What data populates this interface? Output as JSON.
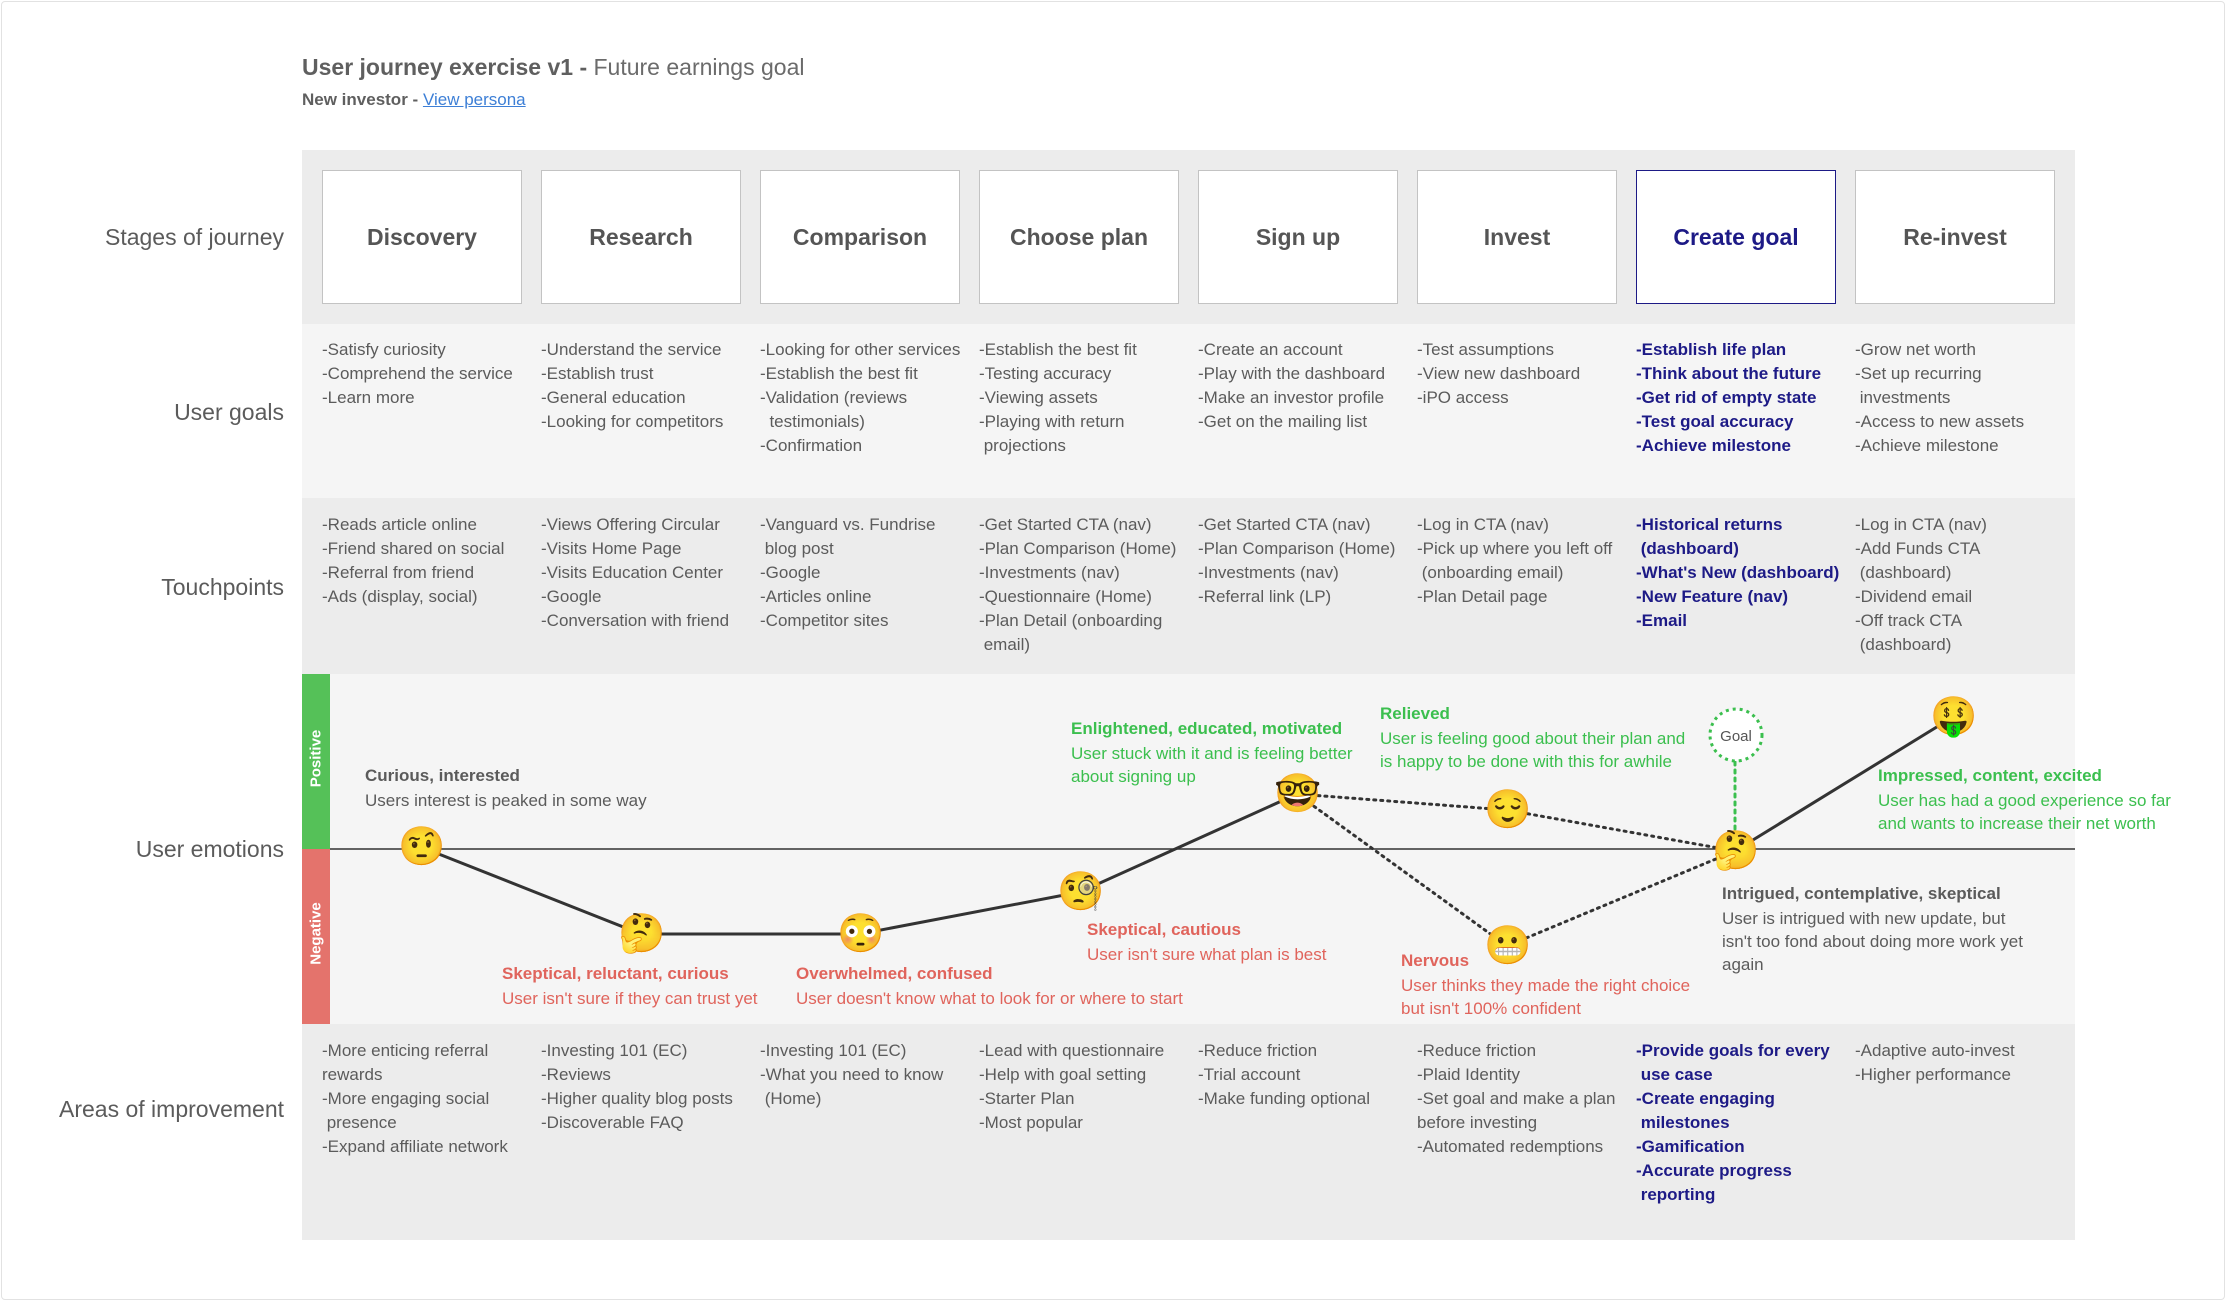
{
  "header": {
    "title_bold": "User journey exercise v1 -",
    "title_rest": "Future earnings goal",
    "persona_label": "New investor -",
    "persona_link": "View persona"
  },
  "row_labels": {
    "stages": "Stages of journey",
    "goals": "User goals",
    "touchpoints": "Touchpoints",
    "emotions": "User emotions",
    "improvements": "Areas of improvement"
  },
  "emotion_axis": {
    "positive": "Positive",
    "negative": "Negative"
  },
  "stages": [
    {
      "name": "Discovery",
      "active": false,
      "goals": [
        "-Satisfy curiosity",
        "-Comprehend the service",
        "-Learn more"
      ],
      "touchpoints": [
        "-Reads article online",
        "-Friend shared on social",
        "-Referral from friend",
        "-Ads (display, social)"
      ],
      "improvements": [
        "-More enticing referral",
        "rewards",
        "-More engaging social",
        " presence",
        "-Expand affiliate network"
      ]
    },
    {
      "name": "Research",
      "active": false,
      "goals": [
        "-Understand the service",
        "-Establish trust",
        "-General education",
        "-Looking for competitors"
      ],
      "touchpoints": [
        "-Views Offering Circular",
        "-Visits Home Page",
        "-Visits Education Center",
        "-Google",
        "-Conversation with friend"
      ],
      "improvements": [
        "-Investing 101 (EC)",
        "-Reviews",
        "-Higher quality blog posts",
        "-Discoverable FAQ"
      ]
    },
    {
      "name": "Comparison",
      "active": false,
      "goals": [
        "-Looking for other services",
        "-Establish the best fit",
        "-Validation (reviews",
        "  testimonials)",
        "-Confirmation"
      ],
      "touchpoints": [
        "-Vanguard vs. Fundrise",
        " blog post",
        "-Google",
        "-Articles online",
        "-Competitor sites"
      ],
      "improvements": [
        "-Investing 101 (EC)",
        "-What you need to know",
        " (Home)"
      ]
    },
    {
      "name": "Choose plan",
      "active": false,
      "goals": [
        "-Establish the best fit",
        "-Testing accuracy",
        "-Viewing assets",
        "-Playing with return",
        " projections"
      ],
      "touchpoints": [
        "-Get Started CTA (nav)",
        "-Plan Comparison (Home)",
        "-Investments (nav)",
        "-Questionnaire (Home)",
        "-Plan Detail (onboarding",
        " email)"
      ],
      "improvements": [
        "-Lead with questionnaire",
        "-Help with goal setting",
        "-Starter Plan",
        "-Most popular"
      ]
    },
    {
      "name": "Sign up",
      "active": false,
      "goals": [
        "-Create an account",
        "-Play with the dashboard",
        "-Make an investor profile",
        "-Get on the mailing list"
      ],
      "touchpoints": [
        "-Get Started CTA (nav)",
        "-Plan Comparison (Home)",
        "-Investments (nav)",
        "-Referral link (LP)"
      ],
      "improvements": [
        "-Reduce friction",
        "-Trial account",
        "-Make funding optional"
      ]
    },
    {
      "name": "Invest",
      "active": false,
      "goals": [
        "-Test assumptions",
        "-View new dashboard",
        "-iPO access"
      ],
      "touchpoints": [
        "-Log in CTA (nav)",
        "-Pick up where you left off",
        " (onboarding email)",
        "-Plan Detail page"
      ],
      "improvements": [
        "-Reduce friction",
        "-Plaid Identity",
        "-Set goal and make a plan",
        "before investing",
        "-Automated redemptions"
      ]
    },
    {
      "name": "Create goal",
      "active": true,
      "goals": [
        "-Establish life plan",
        "-Think about the future",
        "-Get rid of empty state",
        "-Test goal accuracy",
        "-Achieve milestone"
      ],
      "touchpoints": [
        "-Historical returns",
        " (dashboard)",
        "-What's New (dashboard)",
        "-New Feature (nav)",
        "-Email"
      ],
      "improvements": [
        "-Provide goals for every",
        " use case",
        "-Create engaging",
        " milestones",
        "-Gamification",
        "-Accurate progress",
        " reporting"
      ]
    },
    {
      "name": "Re-invest",
      "active": false,
      "goals": [
        "-Grow net worth",
        "-Set up recurring",
        " investments",
        "-Access to new assets",
        "-Achieve milestone"
      ],
      "touchpoints": [
        "-Log in CTA (nav)",
        "-Add Funds CTA",
        " (dashboard)",
        "-Dividend email",
        "-Off track CTA",
        " (dashboard)"
      ],
      "improvements": [
        "-Adaptive auto-invest",
        "-Higher performance"
      ]
    }
  ],
  "emotions": [
    {
      "id": "discovery",
      "emoji": "🤨",
      "title": "Curious, interested",
      "desc": [
        "Users interest is peaked in some way"
      ],
      "tone": "neutral"
    },
    {
      "id": "research",
      "emoji": "🤔",
      "title": "Skeptical, reluctant, curious",
      "desc": [
        "User isn't sure if they can trust yet"
      ],
      "tone": "negative"
    },
    {
      "id": "comparison",
      "emoji": "😳",
      "title": "Overwhelmed, confused",
      "desc": [
        "User doesn't know what to look for or where to start"
      ],
      "tone": "negative"
    },
    {
      "id": "choose-plan",
      "emoji": "🧐",
      "title": "Skeptical, cautious",
      "desc": [
        "User isn't sure what plan is best"
      ],
      "tone": "negative"
    },
    {
      "id": "sign-up",
      "emoji": "🤓",
      "title": "Enlightened, educated, motivated",
      "desc": [
        "User stuck with it and is feeling better",
        "about signing up"
      ],
      "tone": "positive"
    },
    {
      "id": "invest-relieved",
      "emoji": "😌",
      "title": "Relieved",
      "desc": [
        "User is feeling good about their plan and",
        "is happy to be done with this for awhile"
      ],
      "tone": "positive"
    },
    {
      "id": "invest-nervous",
      "emoji": "😬",
      "title": "Nervous",
      "desc": [
        "User thinks they made the right choice",
        "but isn't 100% confident"
      ],
      "tone": "negative"
    },
    {
      "id": "create-goal",
      "emoji": "🤔",
      "title": "Intrigued, contemplative, skeptical",
      "desc": [
        "User is intrigued with new update, but",
        "isn't too fond about doing more work yet",
        "again"
      ],
      "tone": "neutral"
    },
    {
      "id": "re-invest",
      "emoji": "🤑",
      "title": "Impressed, content, excited",
      "desc": [
        "User has had a good experience so far",
        "and wants to increase their net worth"
      ],
      "tone": "positive"
    }
  ],
  "goal_marker": {
    "label": "Goal"
  },
  "colors": {
    "active": "#1d1a86",
    "positive": "#3bbf4e",
    "negative": "#e0645c",
    "band_dark": "#ececec",
    "band_light": "#f5f5f5"
  }
}
